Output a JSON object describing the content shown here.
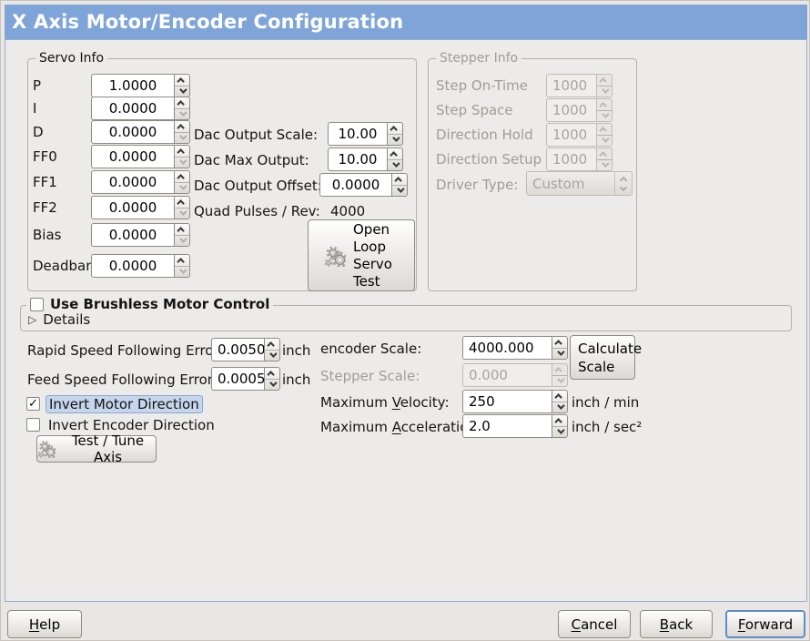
{
  "window": {
    "title": "X Axis Motor/Encoder Configuration"
  },
  "colors": {
    "titlebar": "#7fa5d8",
    "content_border": "#8fb0d4",
    "focus_highlight": "#c5d6ec"
  },
  "icons": {
    "check": "✓",
    "expander": "▷"
  },
  "servo_info": {
    "legend": "Servo Info",
    "params": [
      {
        "label": "P",
        "value": "1.0000"
      },
      {
        "label": "I",
        "value": "0.0000"
      },
      {
        "label": "D",
        "value": "0.0000"
      },
      {
        "label": "FF0",
        "value": "0.0000"
      },
      {
        "label": "FF1",
        "value": "0.0000"
      },
      {
        "label": "FF2",
        "value": "0.0000"
      },
      {
        "label": "Bias",
        "value": "0.0000"
      },
      {
        "label": "Deadband",
        "value": "0.0000"
      }
    ],
    "dac_output_scale": {
      "label": "Dac Output Scale:",
      "value": "10.00"
    },
    "dac_max_output": {
      "label": "Dac Max Output:",
      "value": "10.00"
    },
    "dac_output_offset": {
      "label": "Dac Output Offset:",
      "value": "0.0000"
    },
    "quad_pulses": {
      "label": "Quad Pulses / Rev:",
      "value": "4000"
    },
    "open_loop_button": "Open Loop Servo Test"
  },
  "stepper_info": {
    "legend": "Stepper Info",
    "params": [
      {
        "label": "Step On-Time",
        "value": "1000"
      },
      {
        "label": "Step Space",
        "value": "1000"
      },
      {
        "label": "Direction Hold",
        "value": "1000"
      },
      {
        "label": "Direction Setup",
        "value": "1000"
      }
    ],
    "driver_type": {
      "label": "Driver Type:",
      "value": "Custom"
    }
  },
  "brushless": {
    "checkbox_label": "Use Brushless Motor Control",
    "checked": false,
    "details_label": "Details"
  },
  "following_error": {
    "rapid": {
      "label": "Rapid Speed Following Error:",
      "value": "0.0050",
      "unit": "inch"
    },
    "feed": {
      "label": "Feed Speed Following Error:",
      "value": "0.0005",
      "unit": "inch"
    }
  },
  "scales": {
    "encoder": {
      "label": "encoder Scale:",
      "value": "4000.000"
    },
    "stepper": {
      "label": "Stepper Scale:",
      "value": "0.000"
    },
    "calculate_button": "Calculate Scale",
    "max_velocity": {
      "pre": "Maximum ",
      "mn": "V",
      "post": "elocity:",
      "value": "250",
      "unit": "inch / min"
    },
    "max_accel": {
      "pre": "Maximum ",
      "mn": "A",
      "post": "cceleration:",
      "value": "2.0",
      "unit": "inch / sec²"
    }
  },
  "direction": {
    "invert_motor": {
      "label": "Invert Motor Direction",
      "checked": true
    },
    "invert_encoder": {
      "label": "Invert Encoder Direction",
      "checked": false
    },
    "test_tune_button": "Test / Tune Axis"
  },
  "actions": {
    "help": {
      "mn": "H",
      "post": "elp"
    },
    "cancel": {
      "mn": "C",
      "post": "ancel"
    },
    "back": {
      "mn": "B",
      "post": "ack"
    },
    "forward": {
      "mn": "F",
      "post": "orward"
    }
  }
}
